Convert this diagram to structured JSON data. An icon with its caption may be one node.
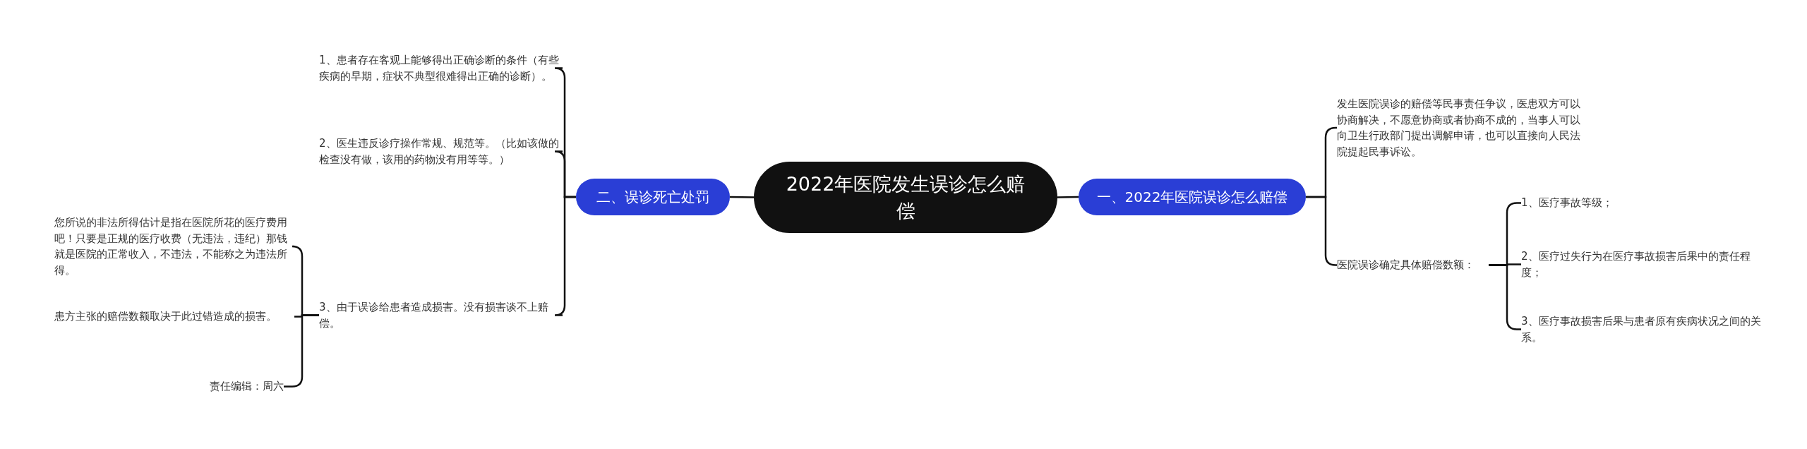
{
  "diagram": {
    "nodes": [
      {
        "text": [
          "2022年医院发生误诊怎么赔偿"
        ]
      },
      {
        "text": [
          "一、2022年医院误诊怎么赔偿"
        ]
      },
      {
        "text": [
          "发生医院误诊的赔偿等民事责任争议，医患双方可以协商解决，不愿意协商或者协商不成的，当事人可以向卫生行政部门提出调解申请，也可以直接向人民法院提起民事诉讼。"
        ]
      },
      {
        "text": [
          "医院误诊确定具体赔偿数额："
        ]
      },
      {
        "text": [
          "1、医疗事故等级；"
        ]
      },
      {
        "text": [
          "2、医疗过失行为在医疗事故损害后果中的责任程度；"
        ]
      },
      {
        "text": [
          "3、医疗事故损害后果与患者原有疾病状况之间的关系。"
        ]
      },
      {
        "text": [
          "二、误诊死亡处罚"
        ]
      },
      {
        "text": [
          "1、患者存在客观上能够得出正确诊断的条件（有些疾病的早期，症状不典型很难得出正确的诊断）。"
        ]
      },
      {
        "text": [
          "2、医生违反诊疗操作常规、规范等。（比如该做的检查没有做，该用的药物没有用等等。）"
        ]
      },
      {
        "text": [
          "3、由于误诊给患者造成损害。没有损害谈不上赔偿。"
        ]
      },
      {
        "text": [
          "您所说的非法所得估计是指在医院所花的医疗费用吧！只要是正规的医疗收费（无违法，违纪）那钱就是医院的正常收入，不违法，不能称之为违法所得。"
        ]
      },
      {
        "text": [
          "患方主张的赔偿数额取决于此过错造成的损害。"
        ]
      },
      {
        "text": [
          "责任编辑：周六"
        ]
      }
    ],
    "edges": [
      {
        "from": 0,
        "to": 1,
        "arrow": "none"
      },
      {
        "from": 0,
        "to": 7,
        "arrow": "none"
      },
      {
        "from": 1,
        "to": 2,
        "arrow": "none"
      },
      {
        "from": 1,
        "to": 3,
        "arrow": "none"
      },
      {
        "from": 3,
        "to": 4,
        "arrow": "none"
      },
      {
        "from": 3,
        "to": 5,
        "arrow": "none"
      },
      {
        "from": 3,
        "to": 6,
        "arrow": "none"
      },
      {
        "from": 7,
        "to": 8,
        "arrow": "none"
      },
      {
        "from": 7,
        "to": 9,
        "arrow": "none"
      },
      {
        "from": 7,
        "to": 10,
        "arrow": "none"
      },
      {
        "from": 10,
        "to": 11,
        "arrow": "none"
      },
      {
        "from": 10,
        "to": 12,
        "arrow": "none"
      },
      {
        "from": 10,
        "to": 13,
        "arrow": "none"
      }
    ]
  }
}
